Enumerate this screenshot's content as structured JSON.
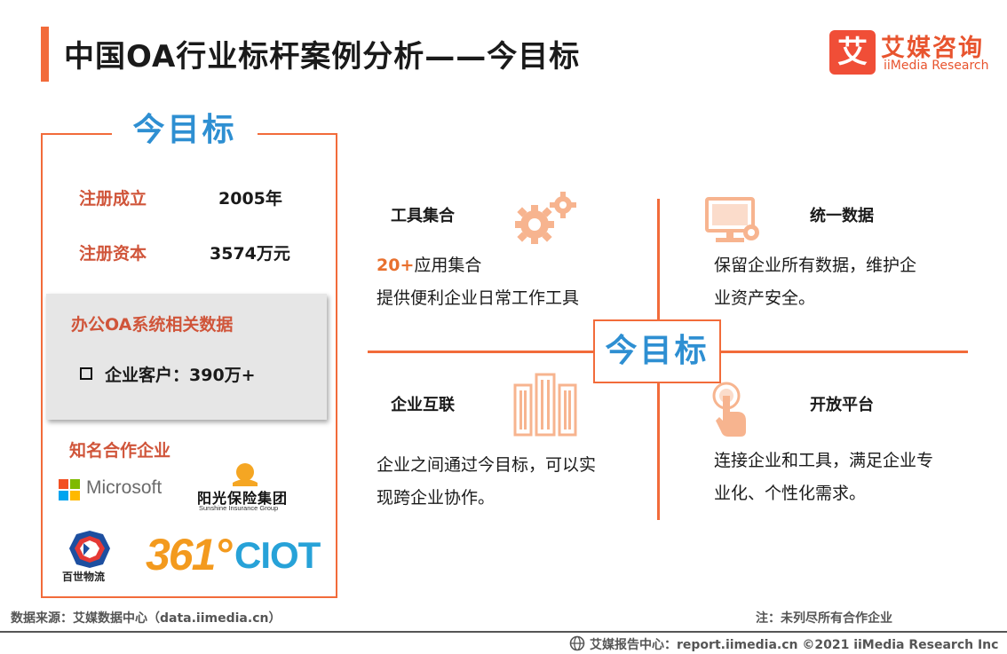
{
  "header": {
    "title": "中国OA行业标杆案例分析——今目标",
    "logo_glyph": "艾",
    "logo_cn": "艾媒咨询",
    "logo_en": "iiMedia Research"
  },
  "company": {
    "name": "今目标",
    "founded_label": "注册成立",
    "founded_value": "2005年",
    "capital_label": "注册资本",
    "capital_value": "3574万元",
    "oa_section_title": "办公OA系统相关数据",
    "oa_item": "企业客户：390万+",
    "partners_title": "知名合作企业",
    "partners": {
      "microsoft": "Microsoft",
      "sunshine_cn": "阳光保险集团",
      "sunshine_en": "Sunshine Insurance Group",
      "best": "百世物流",
      "three61": "361°",
      "ciot": "CIOT"
    }
  },
  "quadrants": {
    "center": "今目标",
    "tools": {
      "title": "工具集合",
      "highlight": "20+",
      "line1_rest": "应用集合",
      "line2": "提供便利企业日常工作工具",
      "icon": "gears-icon"
    },
    "data": {
      "title": "统一数据",
      "line1": "保留企业所有数据，维护企",
      "line2": "业资产安全。",
      "icon": "monitor-gear-icon"
    },
    "interconnect": {
      "title": "企业互联",
      "line1": "企业之间通过今目标，可以实",
      "line2": "现跨企业协作。",
      "icon": "buildings-icon"
    },
    "open": {
      "title": "开放平台",
      "line1": "连接企业和工具，满足企业专",
      "line2": "业化、个性化需求。",
      "icon": "touch-hand-icon"
    }
  },
  "footer": {
    "source": "数据来源：艾媒数据中心（data.iimedia.cn）",
    "note": "注：未列尽所有合作企业",
    "copyright": "艾媒报告中心：report.iimedia.cn ©2021  iiMedia Research  Inc"
  },
  "colors": {
    "accent": "#f26b3a",
    "blue": "#2e8fd2",
    "label_red": "#d0553a"
  }
}
